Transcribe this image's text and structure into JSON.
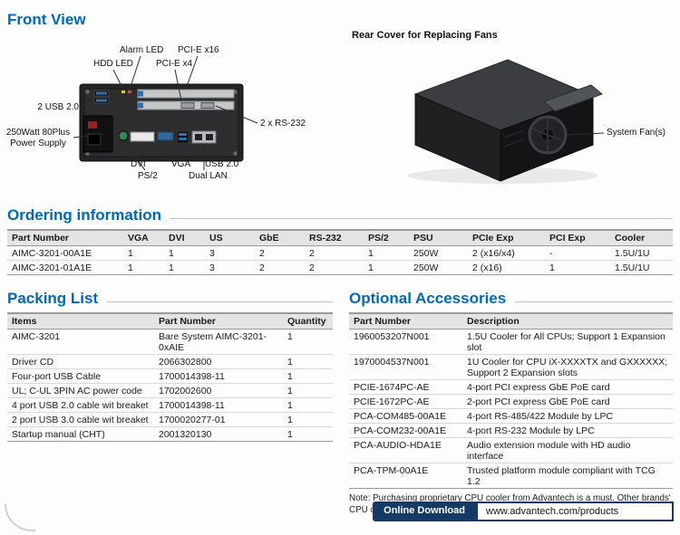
{
  "sections": {
    "front_view": {
      "title": "Front View"
    },
    "rear": {
      "title": "Rear Cover for Replacing Fans",
      "fan_label": "System Fan(s)"
    },
    "ordering": {
      "title": "Ordering information"
    },
    "packing": {
      "title": "Packing List"
    },
    "optional": {
      "title": "Optional Accessories",
      "note": "Note: Purchasing proprietary CPU cooler from Advantech is a must. Other brands' CPU coolers are NOT compatible."
    }
  },
  "front_labels": {
    "alarm_led": "Alarm LED",
    "pcie_x16": "PCI-E x16",
    "hdd_led": "HDD LED",
    "pcie_x4": "PCI-E x4",
    "usb2": "2 USB 2.0",
    "psu_line1": "250Watt 80Plus",
    "psu_line2": "Power Supply",
    "rs232": "2 x RS-232",
    "dvi": "DVI",
    "vga": "VGA",
    "usb_bottom": "USB 2.0",
    "ps2": "PS/2",
    "dual_lan": "Dual LAN"
  },
  "ordering_table": {
    "headers": [
      "Part Number",
      "VGA",
      "DVI",
      "US",
      "GbE",
      "RS-232",
      "PS/2",
      "PSU",
      "PCIe Exp",
      "PCI Exp",
      "Cooler"
    ],
    "rows": [
      [
        "AIMC-3201-00A1E",
        "1",
        "1",
        "3",
        "2",
        "2",
        "1",
        "250W",
        "2 (x16/x4)",
        "-",
        "1.5U/1U"
      ],
      [
        "AIMC-3201-01A1E",
        "1",
        "1",
        "3",
        "2",
        "2",
        "1",
        "250W",
        "2 (x16)",
        "1",
        "1.5U/1U"
      ]
    ]
  },
  "packing_table": {
    "headers": [
      "Items",
      "Part Number",
      "Quantity"
    ],
    "rows": [
      [
        "AIMC-3201",
        "Bare System AIMC-3201-0xAIE",
        "1"
      ],
      [
        "Driver CD",
        "2066302800",
        "1"
      ],
      [
        "Four-port USB Cable",
        "1700014398-11",
        "1"
      ],
      [
        "UL; C-UL 3PIN AC power code",
        "1702002600",
        "1"
      ],
      [
        "4 port USB 2.0 cable wit breaket",
        "1700014398-11",
        "1"
      ],
      [
        "2 port USB 3.0 cable wit breaket",
        "1700020277-01",
        "1"
      ],
      [
        "Startup manual (CHT)",
        "2001320130",
        "1"
      ]
    ]
  },
  "optional_table": {
    "headers": [
      "Part Number",
      "Description"
    ],
    "rows": [
      [
        "1960053207N001",
        "1.5U Cooler for All CPUs; Support 1 Expansion slot"
      ],
      [
        "1970004537N001",
        "1U Cooler for CPU iX-XXXXTX and GXXXXXX; Support 2 Expansion slots"
      ],
      [
        "PCIE-1674PC-AE",
        "4-port PCI express GbE PoE card"
      ],
      [
        "PCIE-1672PC-AE",
        "2-port PCI express GbE PoE card"
      ],
      [
        "PCA-COM485-00A1E",
        "4-port RS-485/422 Module by LPC"
      ],
      [
        "PCA-COM232-00A1E",
        "4-port RS-232 Module by LPC"
      ],
      [
        "PCA-AUDIO-HDA1E",
        "Audio extension module with HD audio interface"
      ],
      [
        "PCA-TPM-00A1E",
        "Trusted platform module compliant with TCG 1.2"
      ]
    ]
  },
  "footer": {
    "download_label": "Online Download",
    "url": "www.advantech.com/products"
  },
  "colors": {
    "heading_blue": "#0069b4",
    "footer_navy": "#163a66",
    "table_header_gray": "#e4e4e4"
  }
}
